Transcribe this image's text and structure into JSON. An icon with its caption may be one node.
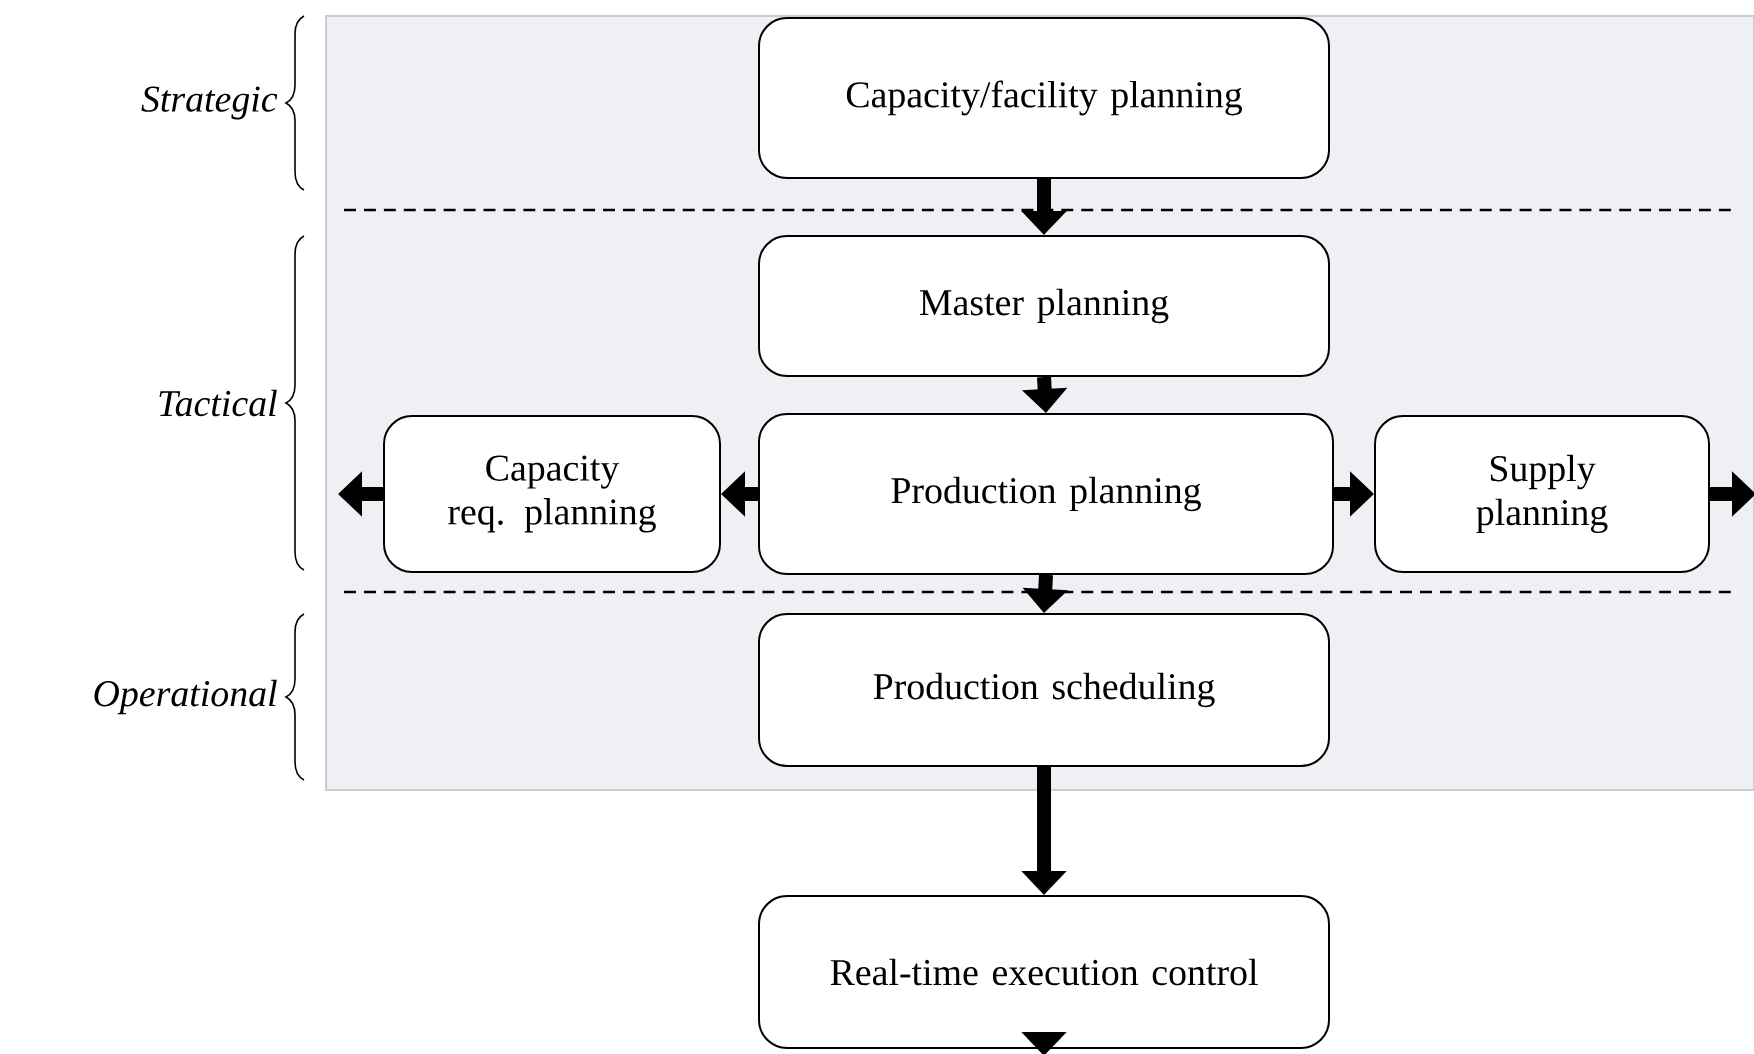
{
  "diagram": {
    "nodes": [
      {
        "text": [],
        "shape": "box"
      },
      {
        "text": [
          "Capacity/facility planning"
        ],
        "in": 0
      },
      {
        "text": [
          "Master planning"
        ],
        "in": 0
      },
      {
        "text": [
          "Capacity req. planning"
        ],
        "in": 0
      },
      {
        "text": [
          "Production planning"
        ],
        "in": 0
      },
      {
        "text": [
          "Supply planning"
        ],
        "in": 0
      },
      {
        "text": [
          "Production scheduling"
        ],
        "in": 0
      },
      {
        "text": [
          "Real-time execution control"
        ]
      }
    ],
    "edges": [
      {
        "from": 1,
        "to": 2,
        "arrow": "to"
      },
      {
        "from": 2,
        "to": 4,
        "arrow": "to"
      },
      {
        "from": 4,
        "to": 3,
        "arrow": "to"
      },
      {
        "from": 4,
        "to": 5,
        "arrow": "to"
      },
      {
        "from": 3,
        "to": null,
        "arrow": "to"
      },
      {
        "from": 5,
        "to": null,
        "arrow": "to"
      },
      {
        "from": 4,
        "to": 6,
        "arrow": "to"
      },
      {
        "from": 6,
        "to": 7,
        "arrow": "to"
      },
      {
        "from": 7,
        "to": null,
        "arrow": "to"
      }
    ],
    "labels": [
      "Strategic",
      "Tactical",
      "Operational"
    ]
  }
}
